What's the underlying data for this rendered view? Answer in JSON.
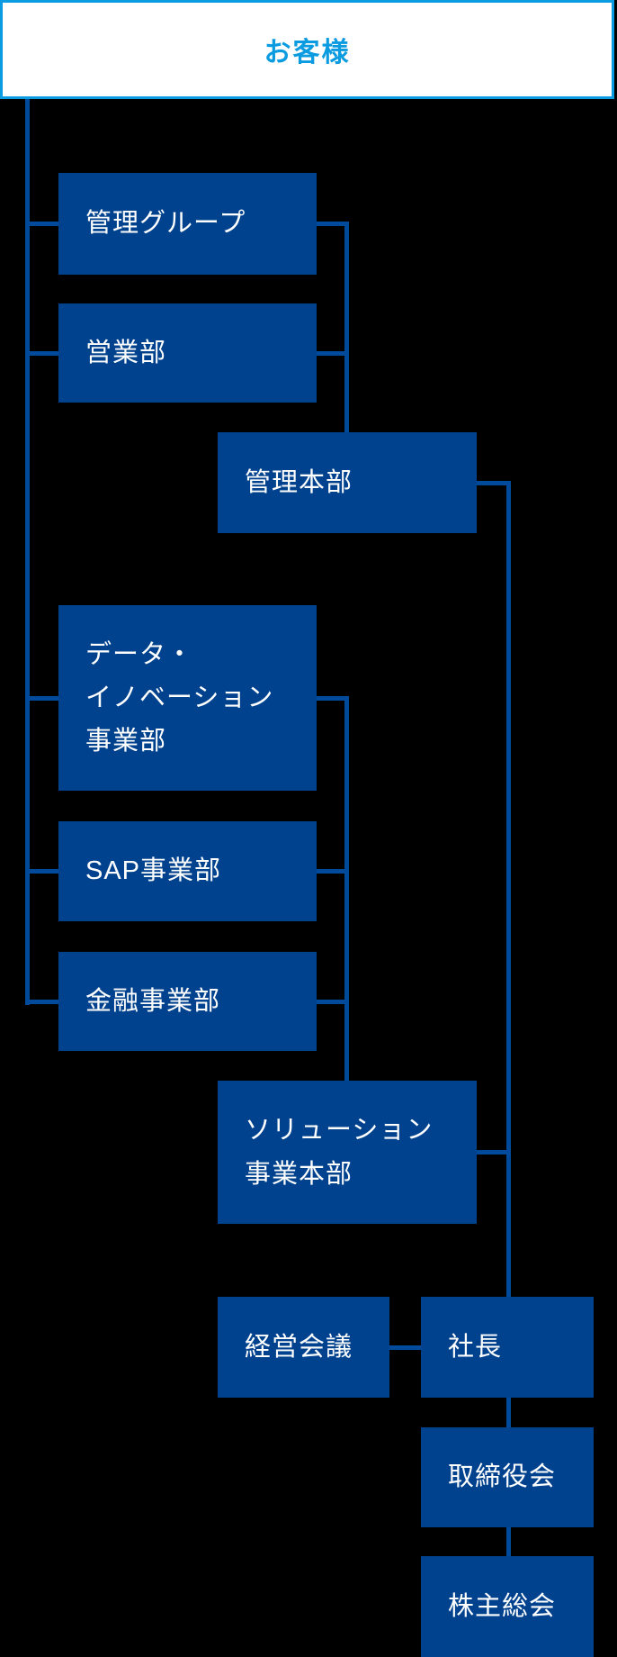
{
  "chart": {
    "type": "org-chart",
    "customer": {
      "label": "お客様"
    },
    "boxes": [
      {
        "id": "management-group",
        "label": "管理グループ"
      },
      {
        "id": "sales-dept",
        "label": "営業部"
      },
      {
        "id": "admin-headquarters",
        "label": "管理本部"
      },
      {
        "id": "data-innovation",
        "label": "データ・\nイノベーション\n事業部"
      },
      {
        "id": "sap-division",
        "label": "SAP事業部"
      },
      {
        "id": "finance-division",
        "label": "金融事業部"
      },
      {
        "id": "solution-hq",
        "label": "ソリューション\n事業本部"
      },
      {
        "id": "management-meeting",
        "label": "経営会議"
      },
      {
        "id": "president",
        "label": "社長"
      },
      {
        "id": "board-of-directors",
        "label": "取締役会"
      },
      {
        "id": "shareholders-meeting",
        "label": "株主総会"
      }
    ],
    "colors": {
      "background": "#000000",
      "node_fill": "#00428e",
      "node_text": "#ffffff",
      "connector": "#004a9c",
      "customer_fill": "#ffffff",
      "customer_border": "#0a9be0",
      "customer_text": "#0a9be0"
    }
  }
}
